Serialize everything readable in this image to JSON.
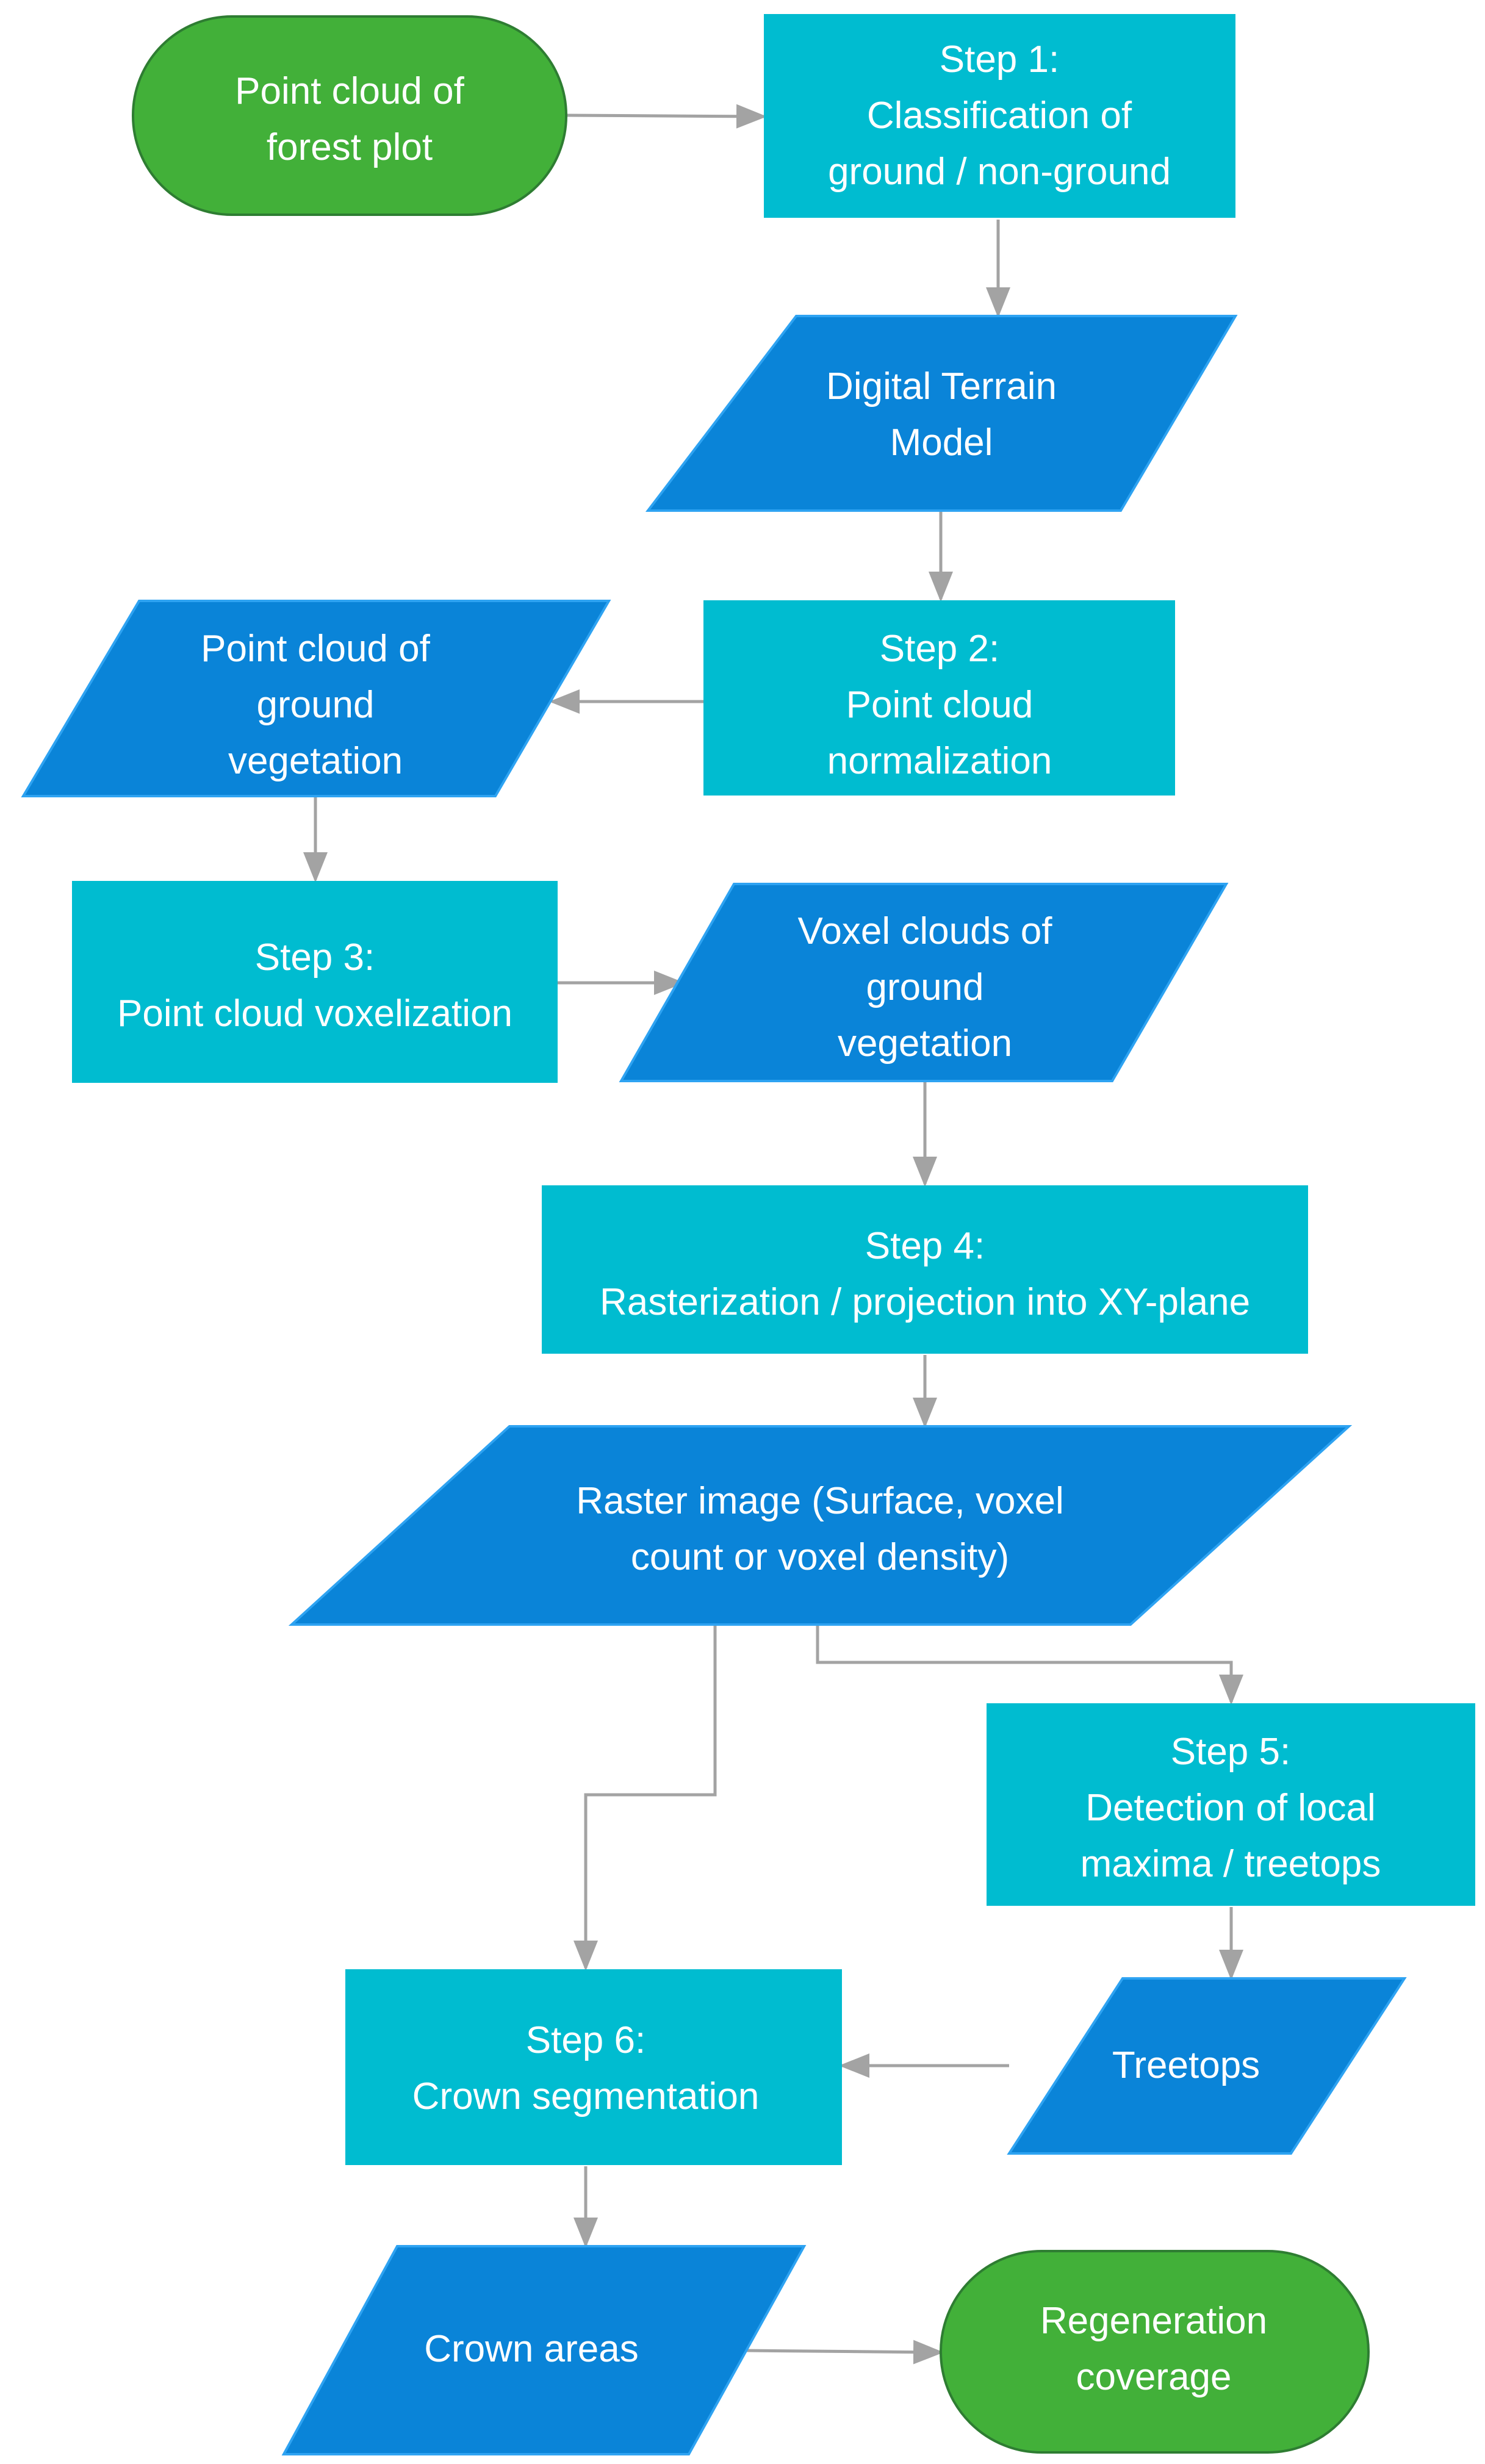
{
  "colors": {
    "terminal_fill": "#42b039",
    "terminal_stroke": "#2e7d32",
    "process_fill": "#00bcd0",
    "data_fill": "#0a84d8",
    "data_stroke": "#2ea3f2",
    "arrow": "#a3a3a3",
    "text": "#ffffff"
  },
  "nodes": {
    "start": {
      "shape": "terminal",
      "lines": [
        "Point cloud of",
        "forest plot"
      ]
    },
    "step1": {
      "shape": "process",
      "lines": [
        "Step 1:",
        "Classification of",
        "ground / non-ground"
      ]
    },
    "dtm": {
      "shape": "data",
      "lines": [
        "Digital Terrain",
        "Model"
      ]
    },
    "step2": {
      "shape": "process",
      "lines": [
        "Step 2:",
        "Point cloud",
        "normalization"
      ]
    },
    "ground_veg": {
      "shape": "data",
      "lines": [
        "Point cloud of",
        "ground",
        "vegetation"
      ]
    },
    "step3": {
      "shape": "process",
      "lines": [
        "Step 3:",
        "Point cloud voxelization"
      ]
    },
    "voxel_clouds": {
      "shape": "data",
      "lines": [
        "Voxel clouds of",
        "ground",
        "vegetation"
      ]
    },
    "step4": {
      "shape": "process",
      "lines": [
        "Step 4:",
        "Rasterization / projection into XY-plane"
      ]
    },
    "raster": {
      "shape": "data",
      "lines": [
        "Raster image (Surface, voxel",
        "count or voxel density)"
      ]
    },
    "step5": {
      "shape": "process",
      "lines": [
        "Step 5:",
        "Detection of local",
        "maxima / treetops"
      ]
    },
    "treetops": {
      "shape": "data",
      "lines": [
        "Treetops"
      ]
    },
    "step6": {
      "shape": "process",
      "lines": [
        "Step 6:",
        "Crown segmentation"
      ]
    },
    "crown_areas": {
      "shape": "data",
      "lines": [
        "Crown areas"
      ]
    },
    "end": {
      "shape": "terminal",
      "lines": [
        "Regeneration",
        "coverage"
      ]
    }
  },
  "edges": [
    {
      "from": "start",
      "to": "step1"
    },
    {
      "from": "step1",
      "to": "dtm"
    },
    {
      "from": "dtm",
      "to": "step2"
    },
    {
      "from": "step2",
      "to": "ground_veg"
    },
    {
      "from": "ground_veg",
      "to": "step3"
    },
    {
      "from": "step3",
      "to": "voxel_clouds"
    },
    {
      "from": "voxel_clouds",
      "to": "step4"
    },
    {
      "from": "step4",
      "to": "raster"
    },
    {
      "from": "raster",
      "to": "step5"
    },
    {
      "from": "raster",
      "to": "step6"
    },
    {
      "from": "step5",
      "to": "treetops"
    },
    {
      "from": "treetops",
      "to": "step6"
    },
    {
      "from": "step6",
      "to": "crown_areas"
    },
    {
      "from": "crown_areas",
      "to": "end"
    }
  ]
}
